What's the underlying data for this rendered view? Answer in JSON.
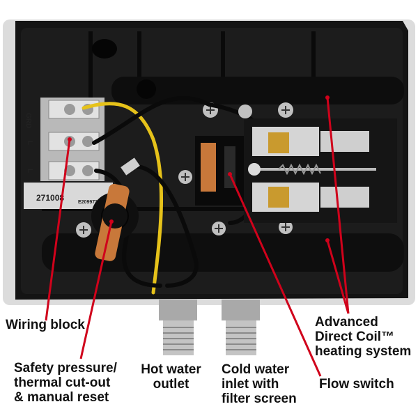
{
  "diagram": {
    "labels": {
      "wiring_block": "Wiring block",
      "safety_cutout": "Safety pressure/\nthermal cut-out\n& manual reset",
      "hot_water": "Hot water\noutlet",
      "cold_water": "Cold water\ninlet with\nfilter screen",
      "flow_switch": "Flow switch",
      "heating_system": "Advanced\nDirect Coil™\nheating system"
    },
    "terminal_marks": {
      "grd": "GRD",
      "l1": "L",
      "l2": "L"
    },
    "part_number": "271008",
    "approval_mark": "E209973",
    "colors": {
      "callout": "#d0021b",
      "housing": "#141414",
      "wire_yellow": "#e6c21a",
      "copper": "#c8783a"
    }
  }
}
